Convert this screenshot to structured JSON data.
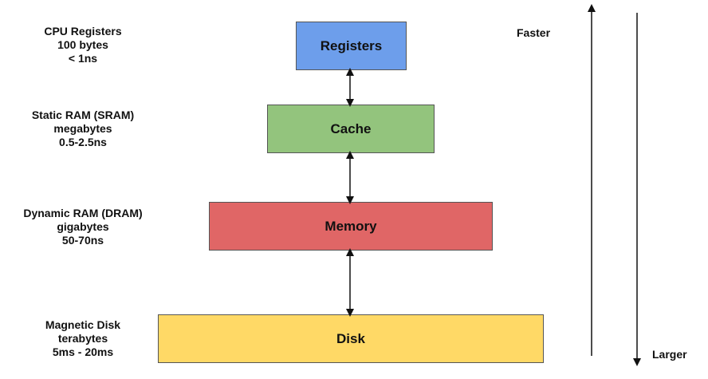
{
  "levels": [
    {
      "name": "Registers",
      "tech": "CPU Registers",
      "size": "100 bytes",
      "latency": "< 1ns",
      "color": "#6d9eeb"
    },
    {
      "name": "Cache",
      "tech": "Static RAM (SRAM)",
      "size": "megabytes",
      "latency": "0.5-2.5ns",
      "color": "#93c47d"
    },
    {
      "name": "Memory",
      "tech": "Dynamic RAM (DRAM)",
      "size": "gigabytes",
      "latency": "50-70ns",
      "color": "#e06666"
    },
    {
      "name": "Disk",
      "tech": "Magnetic Disk",
      "size": "terabytes",
      "latency": "5ms - 20ms",
      "color": "#ffd966"
    }
  ],
  "axes": {
    "faster_label": "Faster",
    "larger_label": "Larger"
  },
  "colors": {
    "line": "#111111",
    "box_border": "#555555"
  }
}
